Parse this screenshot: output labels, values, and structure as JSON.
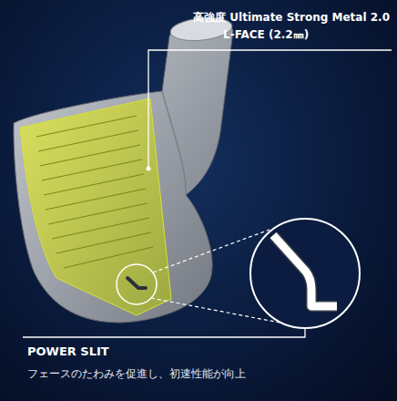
{
  "diagram": {
    "labels": [
      "高強度 Ultimate Strong Metal 2.0",
      "L-FACE (2.2㎜)",
      "POWER SLIT",
      "フェースのたわみを促進し、初速性能が向上"
    ]
  }
}
